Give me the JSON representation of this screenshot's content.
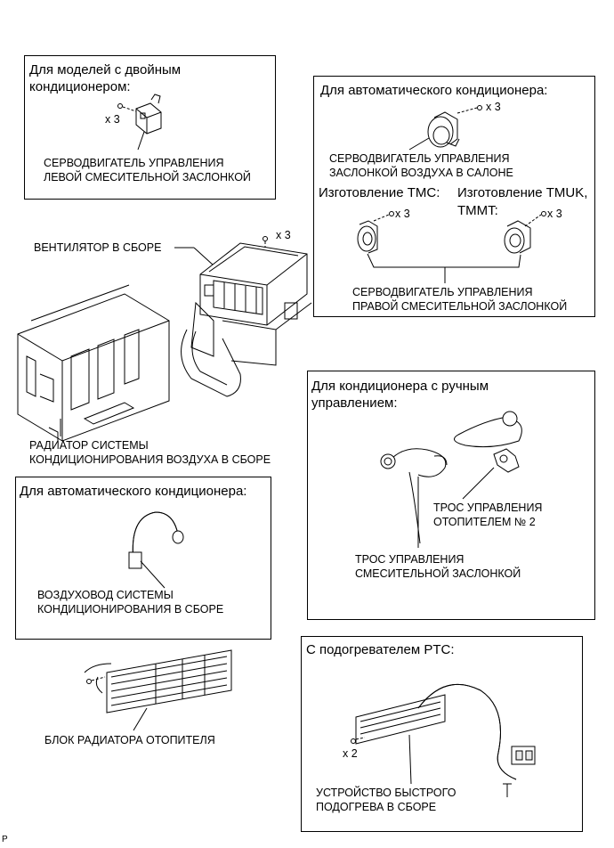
{
  "boxes": {
    "dual_ac": {
      "title_line1": "Для моделей с двойным",
      "title_line2": "кондиционером:",
      "qty": "x 3",
      "label_line1": "СЕРВОДВИГАТЕЛЬ УПРАВЛЕНИЯ",
      "label_line2": "ЛЕВОЙ СМЕСИТЕЛЬНОЙ ЗАСЛОНКОЙ"
    },
    "auto_ac_top": {
      "title": "Для автоматического кондиционера:",
      "qty_top": "x 3",
      "label_cabin_line1": "СЕРВОДВИГАТЕЛЬ УПРАВЛЕНИЯ",
      "label_cabin_line2": "ЗАСЛОНКОЙ ВОЗДУХА В САЛОНЕ",
      "mfg_tmc": "Изготовление TMC:",
      "mfg_tmuk_line1": "Изготовление TMUK,",
      "mfg_tmuk_line2": "TMMT:",
      "qty_left": "x 3",
      "qty_right": "x 3",
      "label_right_line1": "СЕРВОДВИГАТЕЛЬ УПРАВЛЕНИЯ",
      "label_right_line2": "ПРАВОЙ СМЕСИТЕЛЬНОЙ ЗАСЛОНКОЙ"
    },
    "manual_ac": {
      "title_line1": "Для кондиционера с ручным",
      "title_line2": "управлением:",
      "cable2_line1": "ТРОС УПРАВЛЕНИЯ",
      "cable2_line2": "ОТОПИТЕЛЕМ № 2",
      "cable_mix_line1": "ТРОС УПРАВЛЕНИЯ",
      "cable_mix_line2": "СМЕСИТЕЛЬНОЙ ЗАСЛОНКОЙ"
    },
    "auto_ac_bottom": {
      "title": "Для автоматического кондиционера:",
      "label_line1": "ВОЗДУХОВОД СИСТЕМЫ",
      "label_line2": "КОНДИЦИОНИРОВАНИЯ В СБОРЕ"
    },
    "ptc": {
      "title": "С подогревателем PTC:",
      "qty": "x 2",
      "label_line1": "УСТРОЙСТВО БЫСТРОГО",
      "label_line2": "ПОДОГРЕВА В СБОРЕ"
    }
  },
  "main": {
    "blower_label": "ВЕНТИЛЯТОР В СБОРЕ",
    "blower_qty": "x 3",
    "radiator_line1": "РАДИАТОР СИСТЕМЫ",
    "radiator_line2": "КОНДИЦИОНИРОВАНИЯ ВОЗДУХА В СБОРЕ",
    "heater_core": "БЛОК РАДИАТОРА ОТОПИТЕЛЯ"
  },
  "corner_mark": "P"
}
